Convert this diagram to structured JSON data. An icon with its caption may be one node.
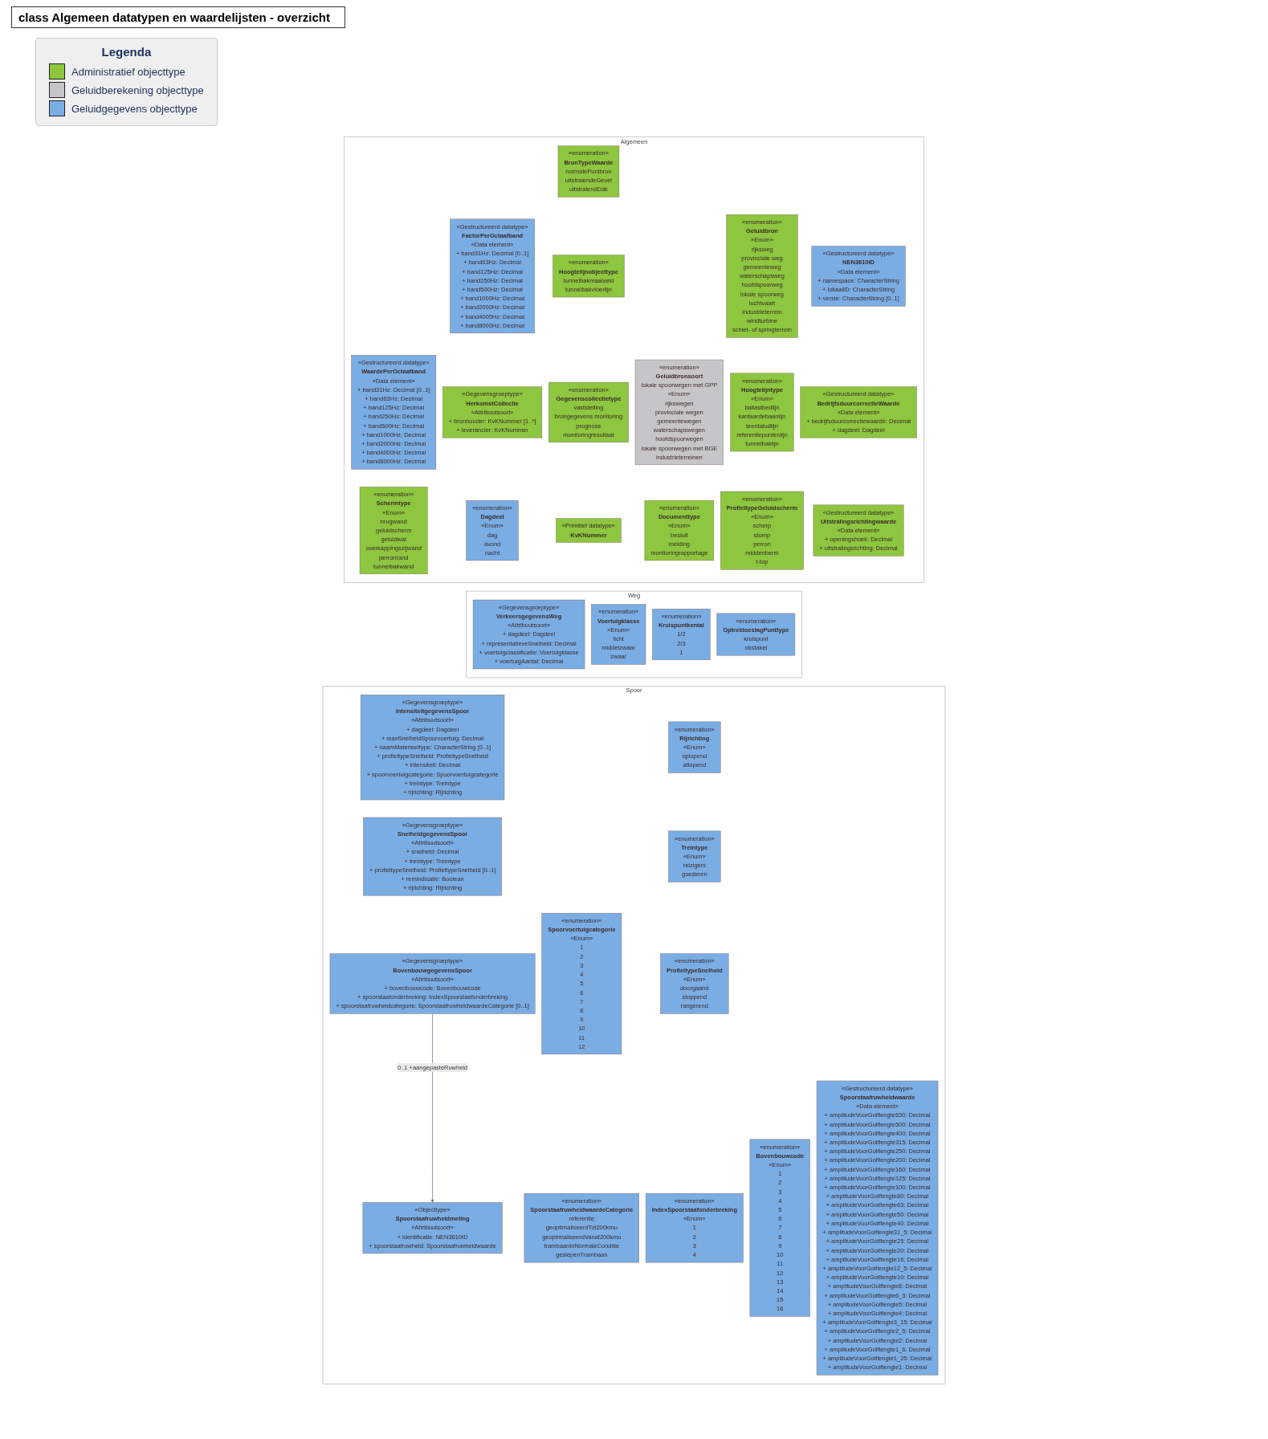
{
  "diagram": {
    "title": "class Algemeen datatypen en waardelijsten - overzicht",
    "nodes": [
      {
        "text": [
          "Algemeen"
        ]
      },
      {
        "text": [
          "«Gestructureerd datatype»",
          "WaardePerOctaafband",
          "«Data element»",
          "+ band31Hz: Decimal [0..1]",
          "+ band63Hz: Decimal",
          "+ band125Hz: Decimal",
          "+ band250Hz: Decimal",
          "+ band500Hz: Decimal",
          "+ band1000Hz: Decimal",
          "+ band2000Hz: Decimal",
          "+ band4000Hz: Decimal",
          "+ band8000Hz: Decimal"
        ],
        "in": 0
      },
      {
        "text": [
          "«Gestructureerd datatype»",
          "FactorPerOctaafband",
          "«Data element»",
          "+ band31Hz: Decimal [0..1]",
          "+ band63Hz: Decimal",
          "+ band125Hz: Decimal",
          "+ band250Hz: Decimal",
          "+ band500Hz: Decimal",
          "+ band1000Hz: Decimal",
          "+ band2000Hz: Decimal",
          "+ band4000Hz: Decimal",
          "+ band8000Hz: Decimal"
        ],
        "in": 0
      },
      {
        "text": [
          "«enumeration»",
          "BronTypeWaarde",
          "normalePuntbron",
          "uitstralendeGevel",
          "uitstralendDak"
        ],
        "in": 0
      },
      {
        "text": [
          "«enumeration»",
          "Hoogtelijnobjecttype",
          "tunnelbakmaaiveld",
          "tunnelbakvloerlijn"
        ],
        "in": 0
      },
      {
        "text": [
          "«enumeration»",
          "Geluidbronsoort",
          "lokale spoorwegen met GPP",
          "«Enum»",
          "rijkswegen",
          "provinciale wegen",
          "gemeentewegen",
          "waterschapswegen",
          "hoofdspoorwegen",
          "lokale spoorwegen met BGE",
          "industrieterreinen"
        ],
        "in": 0
      },
      {
        "text": [
          "«enumeration»",
          "Geluidbron",
          "«Enum»",
          "rijksweg",
          "provinciale weg",
          "gemeenteweg",
          "waterschapsweg",
          "hoofdspoorweg",
          "lokale spoorweg",
          "luchtvaart",
          "industrieterrein",
          "windturbine",
          "schiet- of springterrein"
        ],
        "in": 0
      },
      {
        "text": [
          "«Gestructureerd datatype»",
          "NEN3610ID",
          "«Data element»",
          "+ namespace: CharacterString",
          "+ lokaalID: CharacterString",
          "+ versie: CharacterString [0..1]"
        ],
        "in": 0
      },
      {
        "text": [
          "«Gestructureerd datatype»",
          "BedrijfsduurcorrectieWaarde",
          "«Data element»",
          "+ bedrijfsduurcorrectiewaarde: Decimal",
          "+ dagdeel: Dagdeel"
        ],
        "in": 0
      },
      {
        "text": [
          "«enumeration»",
          "Schermtype",
          "«Enum»",
          "brugwand",
          "geluidscherm",
          "geluidwal",
          "overkappingszijwand",
          "perronrand",
          "tunnelbakwand"
        ],
        "in": 0
      },
      {
        "text": [
          "«Gegevensgroeptype»",
          "HerkomstCollectie",
          "«Attribuutsoort»",
          "+ bronhouder: KvKNummer [1..*]",
          "+ leverancier: KvKNummer"
        ],
        "in": 0
      },
      {
        "text": [
          "«enumeration»",
          "Dagdeel",
          "«Enum»",
          "dag",
          "avond",
          "nacht"
        ],
        "in": 0
      },
      {
        "text": [
          "«enumeration»",
          "Gegevenscollectietype",
          "vaststelling",
          "brongegevens monitoring",
          "prognose",
          "monitoringresultaat"
        ],
        "in": 0
      },
      {
        "text": [
          "«enumeration»",
          "Documenttype",
          "«Enum»",
          "besluit",
          "melding",
          "monitoringrapportage"
        ],
        "in": 0
      },
      {
        "text": [
          "«Primitief datatype»",
          "KvKNummer"
        ],
        "in": 0
      },
      {
        "text": [
          "«enumeration»",
          "Hoogtelijntype",
          "«Enum»",
          "ballastbedlijn",
          "kantaardebaanlijn",
          "teentaludlijn",
          "referentiepuntenlijn",
          "tunnelbaklijn"
        ],
        "in": 0
      },
      {
        "text": [
          "«enumeration»",
          "ProfieltypeGeluidscherm",
          "«Enum»",
          "scherp",
          "stomp",
          "perron",
          "middenberm",
          "t-top"
        ],
        "in": 0
      },
      {
        "text": [
          "«Gestructureerd datatype»",
          "Uitstralingsrichtingwaarde",
          "«Data element»",
          "+ openingshoek: Decimal",
          "+ uitstralingsrichting: Decimal"
        ],
        "in": 0
      },
      {
        "text": [
          "Weg"
        ]
      },
      {
        "text": [
          "«Gegevensgroeptype»",
          "VerkeersgegevensWeg",
          "«Attribuutsoort»",
          "+ dagdeel: Dagdeel",
          "+ representatieveSnelheid: Decimal",
          "+ voertuigclassificatie: Voertuigklasse",
          "+ voertuigAantal: Decimal"
        ],
        "in": 18
      },
      {
        "text": [
          "«enumeration»",
          "Voertuigklasse",
          "«Enum»",
          "licht",
          "middelzwaar",
          "zwaar"
        ],
        "in": 18
      },
      {
        "text": [
          "«enumeration»",
          "Kruispuntkental",
          "1/2",
          "2/3",
          "1"
        ],
        "in": 18
      },
      {
        "text": [
          "«enumeration»",
          "OptrektoeslagPunttype",
          "kruispunt",
          "obstakel"
        ],
        "in": 18
      },
      {
        "text": [
          "Spoor"
        ]
      },
      {
        "text": [
          "«Gegevensgroeptype»",
          "IntensiteitgegevensSpoor",
          "«Attribuutsoort»",
          "+ dagdeel: Dagdeel",
          "+ maxSnelheidSpoorvoertuig: Decimal",
          "+ naamMaterieeltype: CharacterString [0..1]",
          "+ profieltypeSnelheid: ProfieltypeSnelheid",
          "+ intensiteit: Decimal",
          "+ spoorvoertuigcategorie: Spoorvoertuigcategorie",
          "+ treintype: Treintype",
          "+ rijrichting: Rijrichting"
        ],
        "in": 23
      },
      {
        "text": [
          "«Gegevensgroeptype»",
          "SnelheidgegevensSpoor",
          "«Attribuutsoort»",
          "+ snelheid: Decimal",
          "+ treintype: Treintype",
          "+ profieltypeSnelheid: ProfieltypeSnelheid [0..1]",
          "+ remindicatie: Boolean",
          "+ rijrichting: Rijrichting"
        ],
        "in": 23
      },
      {
        "text": [
          "«enumeration»",
          "Spoorvoertuigcategorie",
          "«Enum»",
          "1",
          "2",
          "3",
          "4",
          "5",
          "6",
          "7",
          "8",
          "9",
          "10",
          "11",
          "12"
        ],
        "in": 23
      },
      {
        "text": [
          "«enumeration»",
          "Bovenbouwcode",
          "«Enum»",
          "1",
          "2",
          "3",
          "4",
          "5",
          "6",
          "7",
          "8",
          "9",
          "10",
          "11",
          "12",
          "13",
          "14",
          "15",
          "16"
        ],
        "in": 23
      },
      {
        "text": [
          "«enumeration»",
          "Rijrichting",
          "«Enum»",
          "oplopend",
          "aflopend"
        ],
        "in": 23
      },
      {
        "text": [
          "«enumeration»",
          "Treintype",
          "«Enum»",
          "reizigers",
          "goederen"
        ],
        "in": 23
      },
      {
        "text": [
          "«enumeration»",
          "ProfieltypeSnelheid",
          "«Enum»",
          "doorgaand",
          "stoppend",
          "rangerend"
        ],
        "in": 23
      },
      {
        "text": [
          "«enumeration»",
          "IndexSpoorstaafonderbreking",
          "«Enum»",
          "1",
          "2",
          "3",
          "4"
        ],
        "in": 23
      },
      {
        "text": [
          "«Gestructureerd datatype»",
          "Spoorstaafruwheidwaarde",
          "«Data element»",
          "+ amplitudeVoorGolflengte630: Decimal",
          "+ amplitudeVoorGolflengte500: Decimal",
          "+ amplitudeVoorGolflengte400: Decimal",
          "+ amplitudeVoorGolflengte315: Decimal",
          "+ amplitudeVoorGolflengte250: Decimal",
          "+ amplitudeVoorGolflengte200: Decimal",
          "+ amplitudeVoorGolflengte160: Decimal",
          "+ amplitudeVoorGolflengte125: Decimal",
          "+ amplitudeVoorGolflengte100: Decimal",
          "+ amplitudeVoorGolflengte80: Decimal",
          "+ amplitudeVoorGolflengte63: Decimal",
          "+ amplitudeVoorGolflengte50: Decimal",
          "+ amplitudeVoorGolflengte40: Decimal",
          "+ amplitudeVoorGolflengte31_5: Decimal",
          "+ amplitudeVoorGolflengte25: Decimal",
          "+ amplitudeVoorGolflengte20: Decimal",
          "+ amplitudeVoorGolflengte16: Decimal",
          "+ amplitudeVoorGolflengte12_5: Decimal",
          "+ amplitudeVoorGolflengte10: Decimal",
          "+ amplitudeVoorGolflengte8: Decimal",
          "+ amplitudeVoorGolflengte6_3: Decimal",
          "+ amplitudeVoorGolflengte5: Decimal",
          "+ amplitudeVoorGolflengte4: Decimal",
          "+ amplitudeVoorGolflengte3_15: Decimal",
          "+ amplitudeVoorGolflengte2_5: Decimal",
          "+ amplitudeVoorGolflengte2: Decimal",
          "+ amplitudeVoorGolflengte1_6: Decimal",
          "+ amplitudeVoorGolflengte1_25: Decimal",
          "+ amplitudeVoorGolflengte1: Decimal"
        ],
        "in": 23
      },
      {
        "text": [
          "«enumeration»",
          "SpoorstaafruwheidwaardeCategorie",
          "referentie",
          "geoptimaliseerdTot200kmu",
          "geoptimaliseerdVanaf200kmu",
          "trambaanInNormaleConditie",
          "geslepenTrambaan"
        ],
        "in": 23
      },
      {
        "text": [
          "«Gegevensgroeptype»",
          "BovenbouwgegevensSpoor",
          "«Attribuutsoort»",
          "+ bovenbouwcode: Bovenbouwcode",
          "+ spoorstaafonderbreking: IndexSpoorstaafonderbreking",
          "+ spoorstaafruwheidcategorie: SpoorstaafruwheidwaardeCategorie [0..1]"
        ],
        "in": 23
      },
      {
        "text": [
          "«Objecttype»",
          "Spoorstaafruwheidmeting",
          "«Attribuutsoort»",
          "+ identificatie: NEN3610ID",
          "+ spoorstaafruwheid: Spoorstaafruwheidwaarde"
        ],
        "in": 23
      }
    ],
    "edges": [
      {
        "from": 34,
        "to": 35,
        "arrow": "to",
        "label": "0..1 +aangepasteRuwheid"
      }
    ],
    "labels": [
      "Legenda"
    ],
    "legend": [
      {
        "text": "Administratief objecttype",
        "color": "#8dc63f"
      },
      {
        "text": "Geluidberekening objecttype",
        "color": "#c6c6c8"
      },
      {
        "text": "Geluidgegevens objecttype",
        "color": "#7aade4"
      }
    ]
  }
}
